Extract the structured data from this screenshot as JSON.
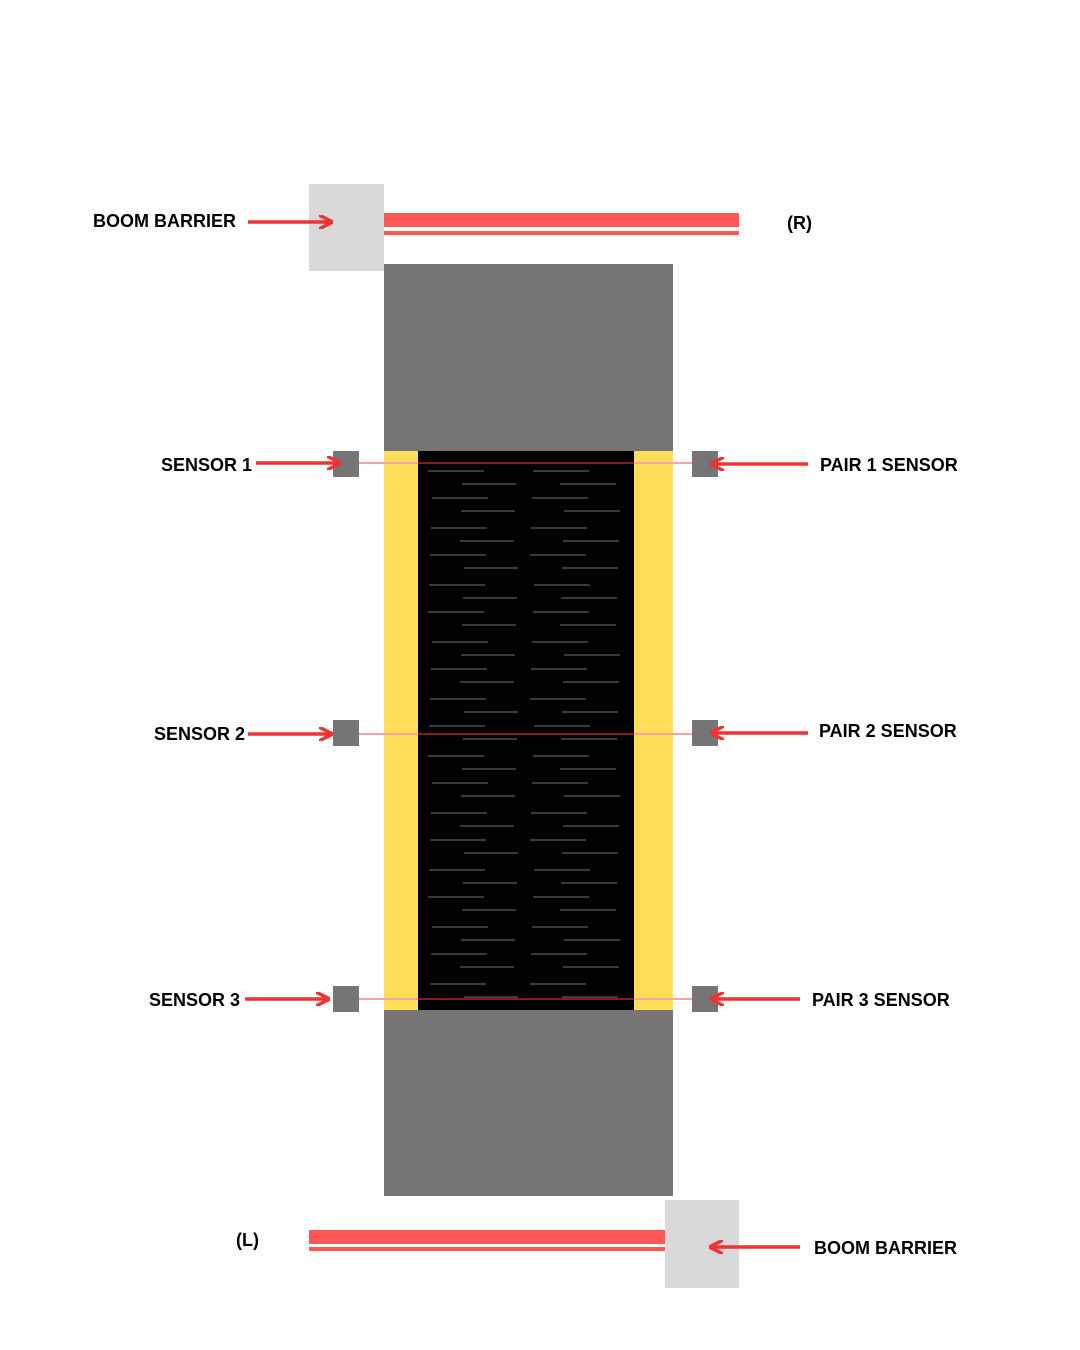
{
  "labels": {
    "boom_barrier_top": "BOOM BARRIER",
    "right_marker": "(R)",
    "sensor_1": "SENSOR 1",
    "pair_1_sensor": "PAIR 1 SENSOR",
    "sensor_2": "SENSOR 2",
    "pair_2_sensor": "PAIR 2 SENSOR",
    "sensor_3": "SENSOR 3",
    "pair_3_sensor": "PAIR 3 SENSOR",
    "left_marker": "(L)",
    "boom_barrier_bottom": "BOOM BARRIER"
  },
  "colors": {
    "barrier_arm": "#ff5757",
    "barrier_box": "#d9d9d9",
    "road_block": "#757575",
    "sensor": "#757575",
    "safety_strip": "#ffde59",
    "track": "#000000",
    "arrow": "#ee3333",
    "beam_outer": "#f5a5a5",
    "beam_inner": "#8b1a1a"
  }
}
